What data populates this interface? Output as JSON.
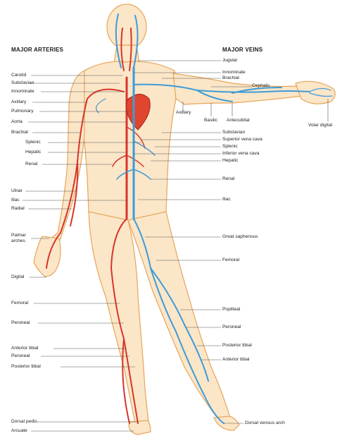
{
  "headings": {
    "arteries": "MAJOR ARTERIES",
    "veins": "MAJOR VEINS"
  },
  "arteries": [
    "Carotid",
    "Subclavian",
    "Innominate",
    "Axillary",
    "Pulmonary",
    "Aorta",
    "Brachial",
    "Splenic",
    "Hepatic",
    "Renal",
    "Ulnar",
    "Iliac",
    "Radial",
    "Palmar arches",
    "Digital",
    "Femoral",
    "Peroneal",
    "Anterior tibial",
    "Peroneal",
    "Posterior tibial",
    "Dorsal pedis",
    "Arcuate"
  ],
  "veins": [
    "Jugular",
    "Innominate",
    "Brachial",
    "Cephalic",
    "Axillary",
    "Basilic",
    "Antecubital",
    "Volar digital",
    "Subclavian",
    "Superior vena cava",
    "Splenic",
    "Inferior vena cava",
    "Hepatic",
    "Renal",
    "Iliac",
    "Great saphenous",
    "Femoral",
    "Popliteal",
    "Peroneal",
    "Posterior tibial",
    "Anterior tibial",
    "Dorsal venous arch"
  ],
  "colors": {
    "skin": "#fbe6c8",
    "outline": "#e6a55a",
    "artery": "#d8352a",
    "vein": "#3d9bd8",
    "leader": "#555555"
  }
}
